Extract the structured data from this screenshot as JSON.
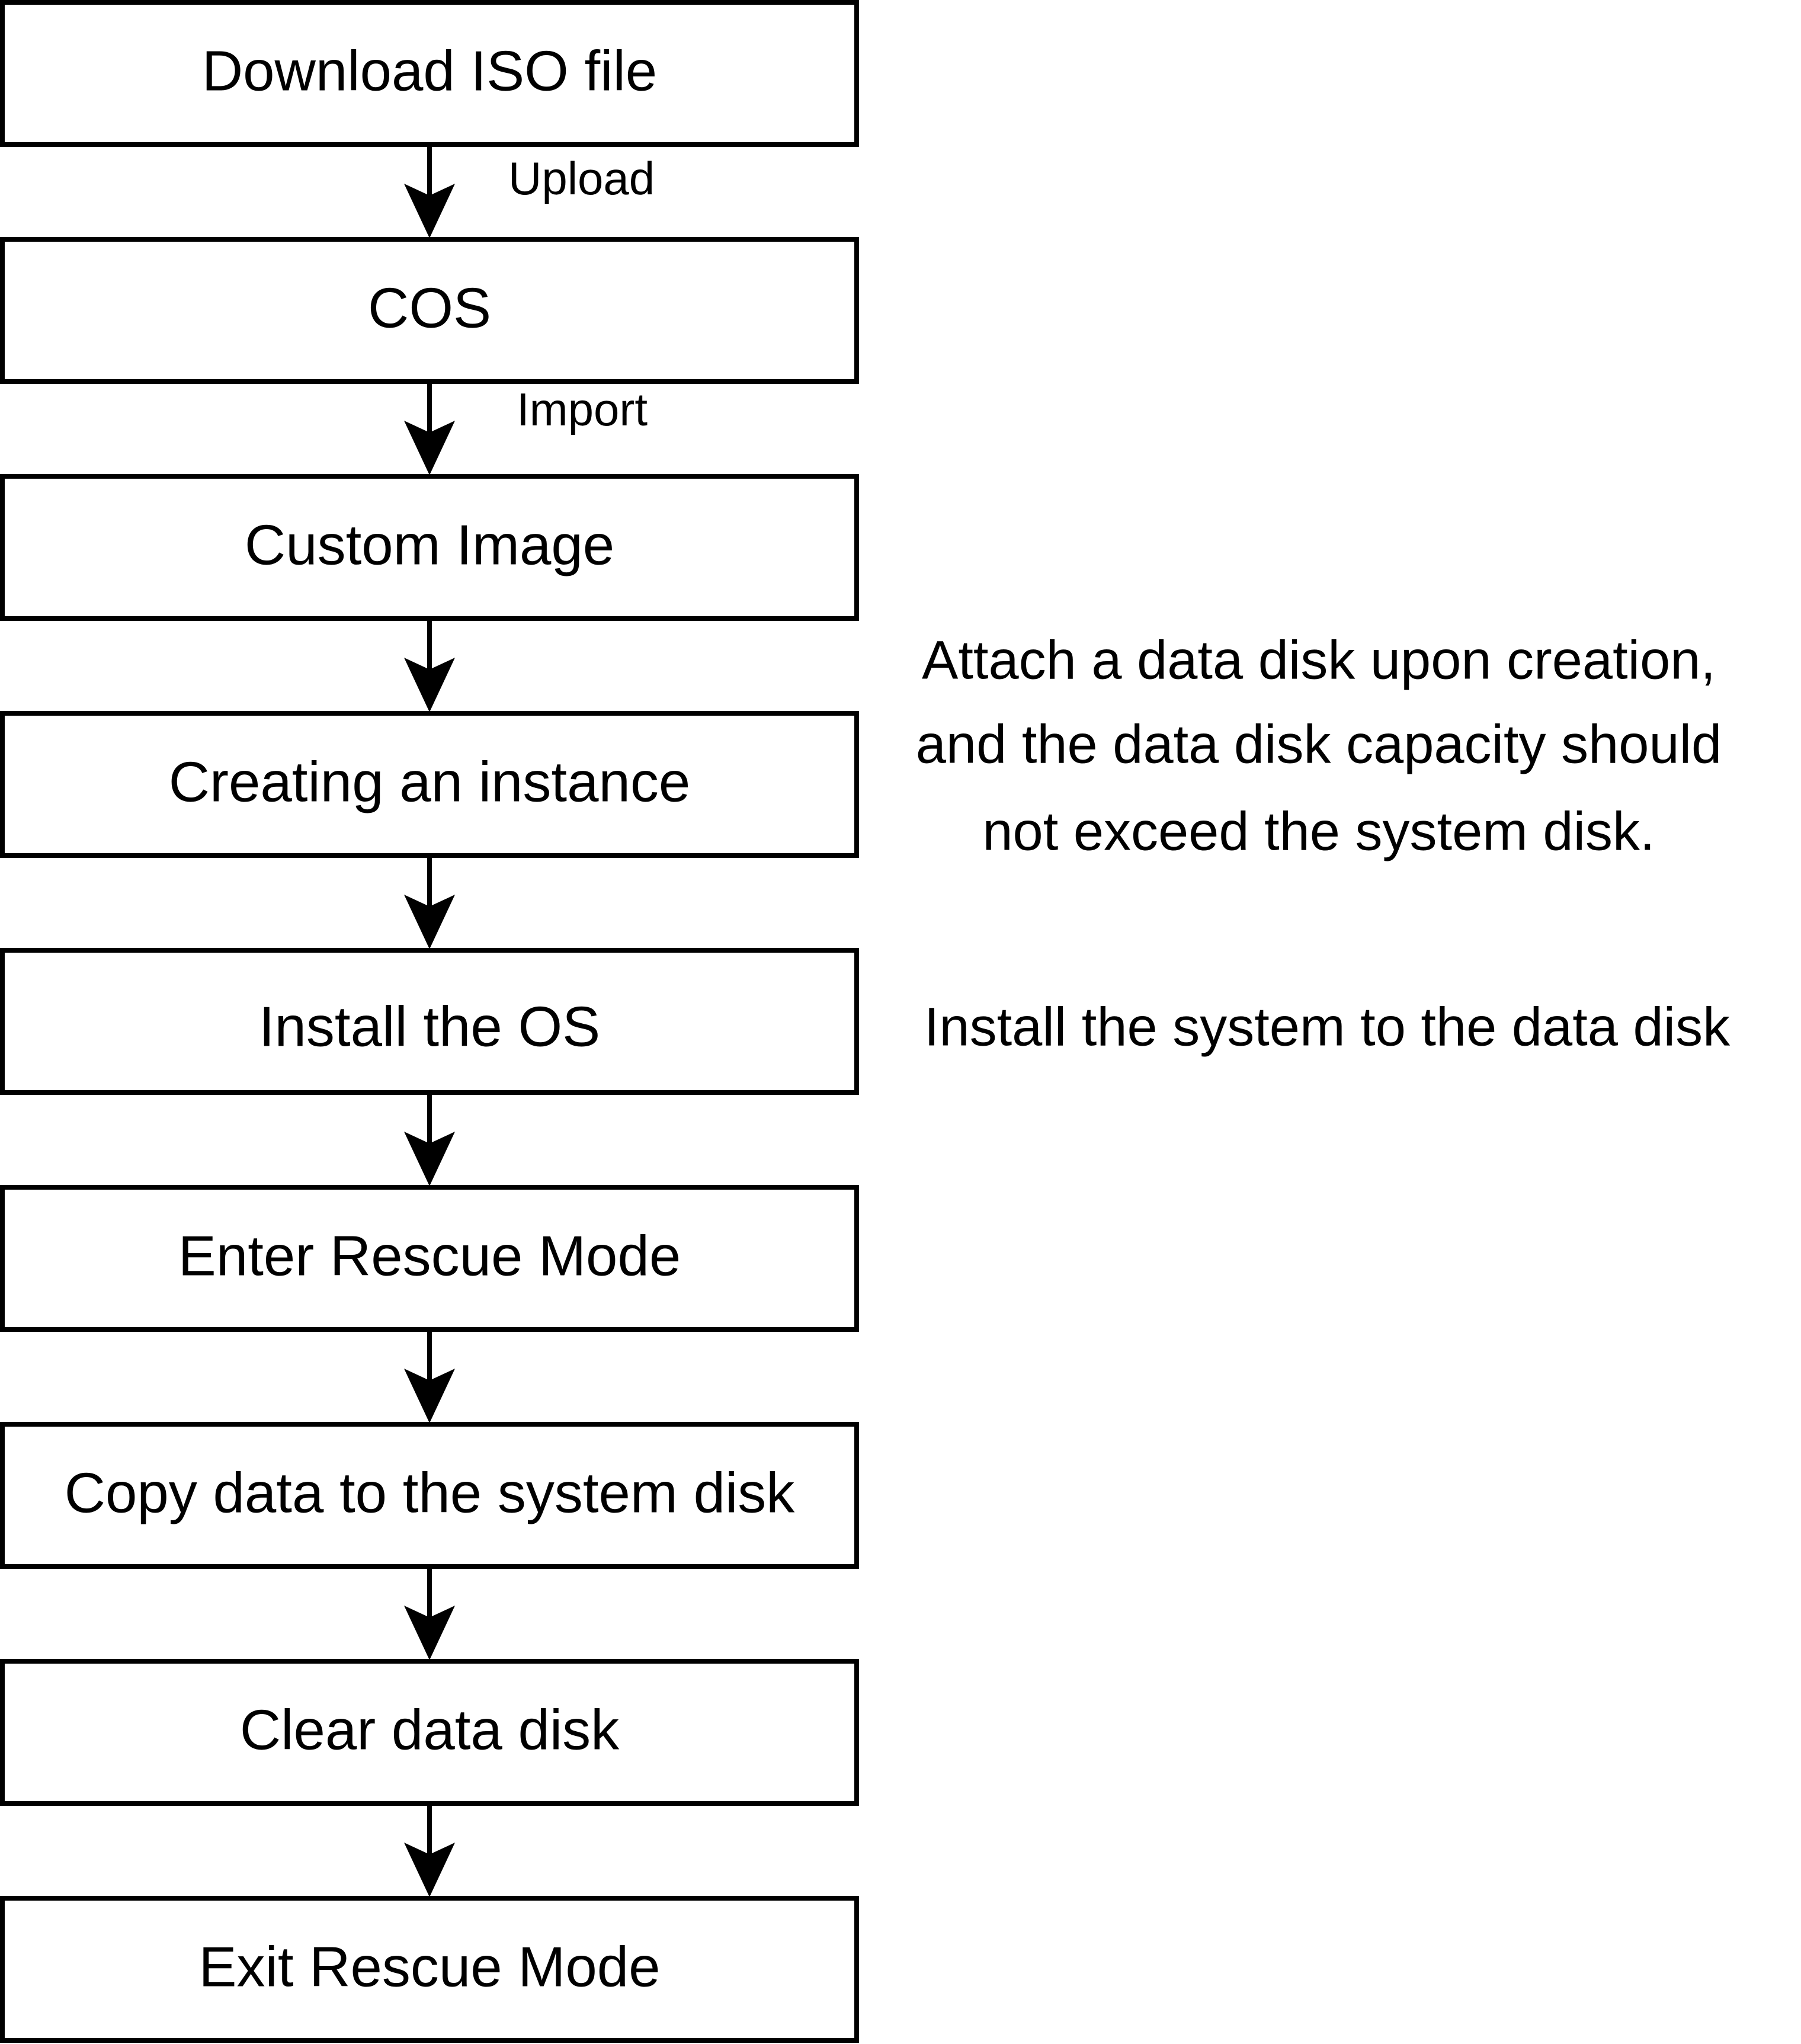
{
  "flow": {
    "steps": [
      {
        "id": "download-iso",
        "label": "Download ISO file"
      },
      {
        "id": "cos",
        "label": "COS"
      },
      {
        "id": "custom-image",
        "label": "Custom Image"
      },
      {
        "id": "create-instance",
        "label": "Creating an instance"
      },
      {
        "id": "install-os",
        "label": "Install the OS"
      },
      {
        "id": "enter-rescue",
        "label": "Enter Rescue Mode"
      },
      {
        "id": "copy-data",
        "label": "Copy data to the system disk"
      },
      {
        "id": "clear-disk",
        "label": "Clear data disk"
      },
      {
        "id": "exit-rescue",
        "label": "Exit Rescue Mode"
      }
    ],
    "edge_labels": [
      "Upload",
      "Import",
      "",
      "",
      "",
      "",
      "",
      ""
    ]
  },
  "notes": {
    "create_instance": [
      "Attach a data disk upon creation,",
      "and the data disk capacity should",
      "not exceed the system disk."
    ],
    "install_os": "Install the system to the data disk"
  }
}
